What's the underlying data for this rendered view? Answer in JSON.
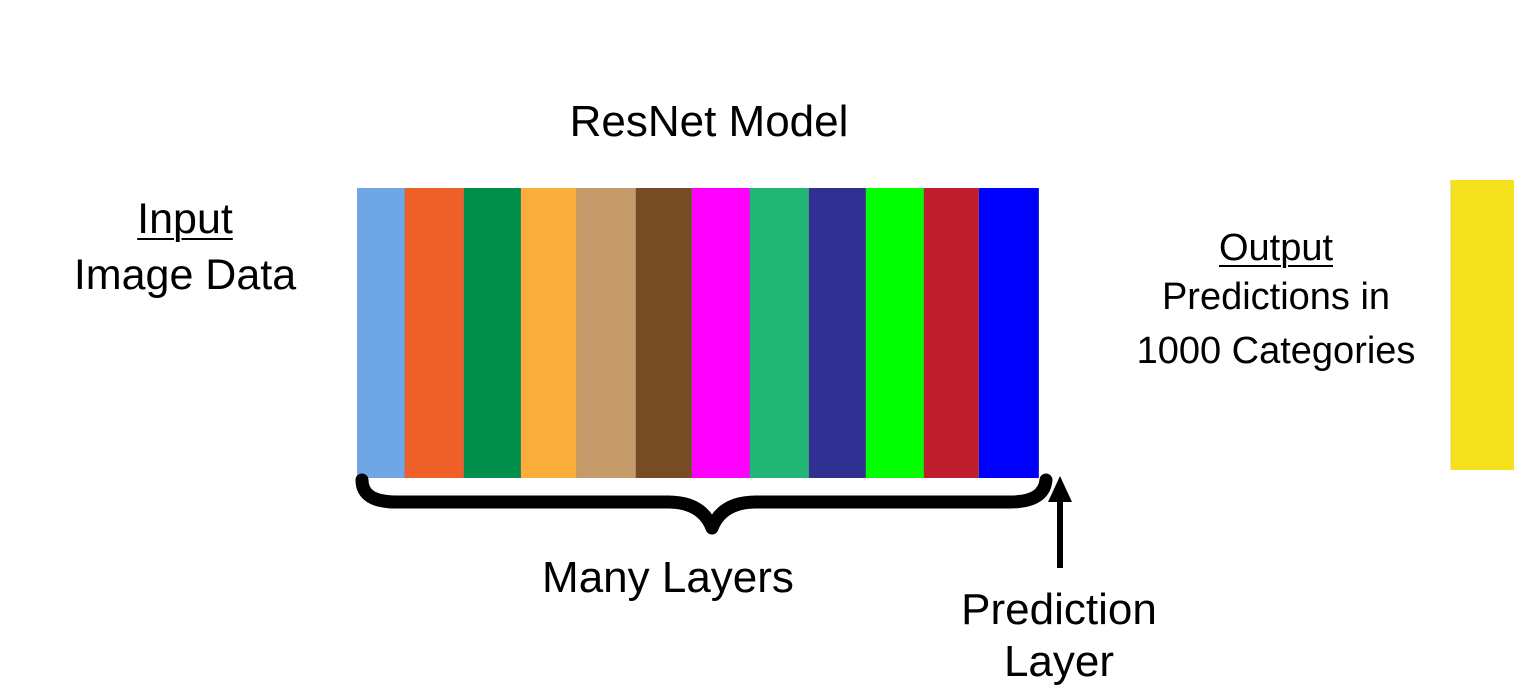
{
  "title": "ResNet Model",
  "input": {
    "heading": "Input",
    "subtitle": "Image Data"
  },
  "output": {
    "heading": "Output",
    "line1": "Predictions in",
    "line2": "1000 Categories",
    "bar_color": "#f5e21c"
  },
  "layers": [
    {
      "color": "#6ea6e6"
    },
    {
      "color": "#ef5f28"
    },
    {
      "color": "#008f4a"
    },
    {
      "color": "#fbae3b"
    },
    {
      "color": "#c59b6b"
    },
    {
      "color": "#764c25"
    },
    {
      "color": "#ff00ff"
    },
    {
      "color": "#21b576"
    },
    {
      "color": "#2f3091"
    },
    {
      "color": "#00ff00"
    },
    {
      "color": "#be1e2d"
    },
    {
      "color": "#0000ff"
    }
  ],
  "brace_label": "Many Layers",
  "prediction_layer": {
    "line1": "Prediction",
    "line2": "Layer"
  }
}
